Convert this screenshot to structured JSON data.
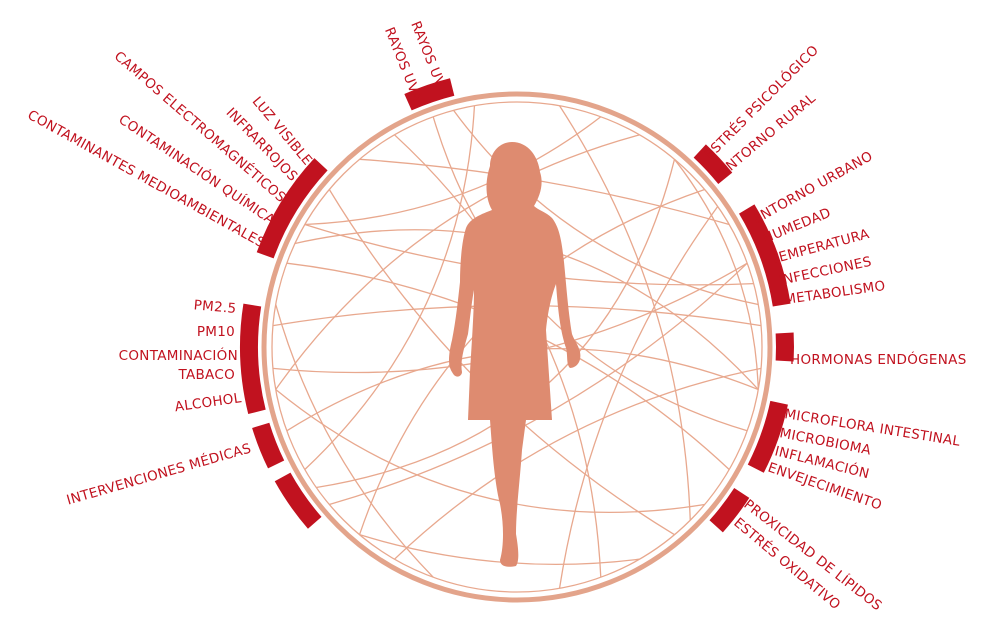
{
  "colors": {
    "accent": "#c1121f",
    "ring": "#e3a48b",
    "figure": "#de8b70"
  },
  "figure": {
    "icon": "woman-silhouette"
  },
  "groups": {
    "radiation": {
      "labels": [
        "RAYOS UV",
        "RAYOS UVA"
      ]
    },
    "environment_left": {
      "labels": [
        "LUZ VISIBLE",
        "INFRARROJOS",
        "CAMPOS ELECTROMAGNÉTICOS",
        "CONTAMINACIÓN QUÍMICA",
        "CONTAMINANTES MEDIOAMBIENTALES"
      ]
    },
    "pollution": {
      "labels": [
        "PM2.5",
        "PM10",
        "CONTAMINACIÓN",
        "TABACO",
        "ALCOHOL"
      ]
    },
    "medical": {
      "labels": [
        "INTERVENCIONES MÉDICAS"
      ]
    },
    "psych": {
      "labels": [
        "ESTRÉS PSICOLÓGICO",
        "ENTORNO RURAL"
      ]
    },
    "environment_right": {
      "labels": [
        "ENTORNO URBANO",
        "HUMEDAD",
        "TEMPERATURA",
        "INFECCIONES",
        "METABOLISMO"
      ]
    },
    "hormones": {
      "labels": [
        "HORMONAS ENDÓGENAS"
      ]
    },
    "microbiome": {
      "labels": [
        "MICROFLORA INTESTINAL",
        "MICROBIOMA",
        "INFLAMACIÓN",
        "ENVEJECIMIENTO"
      ]
    },
    "oxidative": {
      "labels": [
        "PROXICIDAD DE LÍPIDOS",
        "ESTRÉS OXIDATIVO"
      ]
    }
  }
}
